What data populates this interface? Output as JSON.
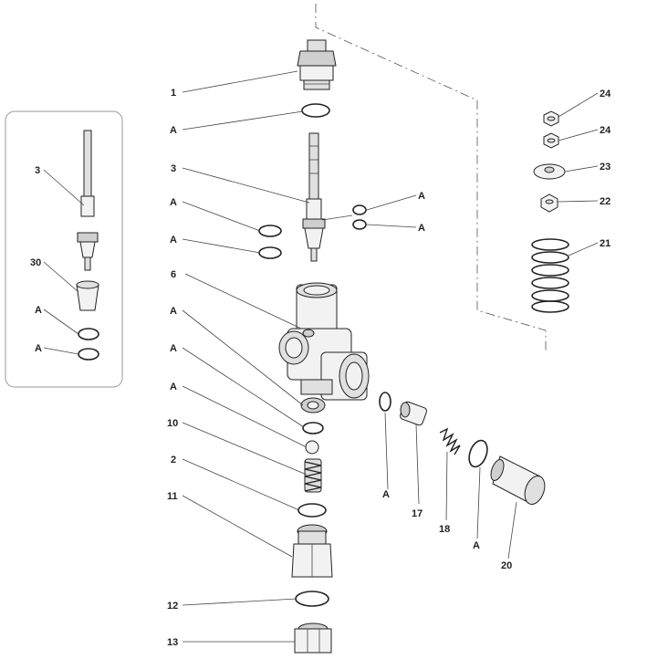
{
  "labels": {
    "p1": "1",
    "pA": "A",
    "p3": "3",
    "p6": "6",
    "p10": "10",
    "p2": "2",
    "p11": "11",
    "p12": "12",
    "p13": "13",
    "p30": "30",
    "p24": "24",
    "p23": "23",
    "p22": "22",
    "p21": "21",
    "p17": "17",
    "p18": "18",
    "p20": "20"
  }
}
